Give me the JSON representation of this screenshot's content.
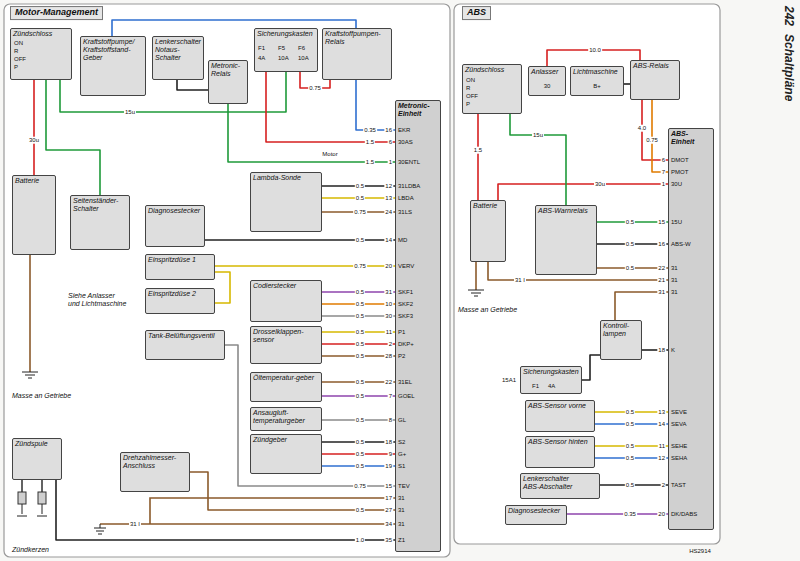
{
  "diagram": {
    "nodes": [
      {
        "text": [
          "Zündschloss"
        ]
      },
      {
        "text": [
          "Kraftstoffpumpe/ Kraftstoffstand-Geber"
        ]
      },
      {
        "text": [
          "Lenkerschalter",
          "Notaus-Schalter"
        ]
      },
      {
        "text": [
          "Metronic-Relais"
        ]
      },
      {
        "text": [
          "Sicherungskasten"
        ]
      },
      {
        "text": [
          "Kraftstoffpumpen-Relais"
        ]
      },
      {
        "text": [
          "Metronic-Einheit"
        ]
      },
      {
        "text": [
          "Batterie"
        ]
      },
      {
        "text": [
          "Seitenständer-Schalter"
        ]
      },
      {
        "text": [
          "Diagnosestecker"
        ]
      },
      {
        "text": [
          "Lambda-Sonde"
        ]
      },
      {
        "text": [
          "Einspritzdüse 1"
        ]
      },
      {
        "text": [
          "Einspritzdüse 2"
        ]
      },
      {
        "text": [
          "Codierstecker"
        ]
      },
      {
        "text": [
          "Tank-Belüftungsventil"
        ]
      },
      {
        "text": [
          "Drosselklappen-sensor"
        ]
      },
      {
        "text": [
          "Öltemperatur-geber"
        ]
      },
      {
        "text": [
          "Ansaugluft-temperaturgeber"
        ]
      },
      {
        "text": [
          "Zündgeber"
        ]
      },
      {
        "text": [
          "Drehzahlmesser-Anschluss"
        ]
      },
      {
        "text": [
          "Zündspule"
        ]
      },
      {
        "text": [
          "Zündschloss"
        ]
      },
      {
        "text": [
          "Anlasser"
        ]
      },
      {
        "text": [
          "Lichtmaschine"
        ]
      },
      {
        "text": [
          "ABS-Relais"
        ]
      },
      {
        "text": [
          "ABS-Einheit"
        ]
      },
      {
        "text": [
          "Batterie"
        ]
      },
      {
        "text": [
          "ABS-Warnrelais"
        ]
      },
      {
        "text": [
          "Kontroll-lampen"
        ]
      },
      {
        "text": [
          "Sicherungskasten"
        ]
      },
      {
        "text": [
          "ABS-Sensor vorne"
        ]
      },
      {
        "text": [
          "ABS-Sensor hinten"
        ]
      },
      {
        "text": [
          "Lenkerschalter",
          "ABS-Abschalter"
        ]
      },
      {
        "text": [
          "Diagnosestecker"
        ]
      }
    ],
    "edges": [
      {
        "from": 7,
        "to": 0,
        "arrow": "none",
        "label": "30u"
      },
      {
        "from": 8,
        "to": 0,
        "arrow": "none"
      },
      {
        "from": 0,
        "to": 4,
        "arrow": "none",
        "label": "15u"
      },
      {
        "from": 1,
        "to": 5,
        "arrow": "none"
      },
      {
        "from": 2,
        "to": 3,
        "arrow": "none"
      },
      {
        "from": 4,
        "to": 5,
        "arrow": "none",
        "label": "0.75"
      },
      {
        "from": 5,
        "to": 6,
        "arrow": "none",
        "label": "0.35"
      },
      {
        "from": 4,
        "to": 6,
        "arrow": "none",
        "label": "1.5"
      },
      {
        "from": 3,
        "to": 6,
        "arrow": "none",
        "label": "1.5"
      },
      {
        "from": 10,
        "to": 6,
        "arrow": "none",
        "label": "0.5"
      },
      {
        "from": 10,
        "to": 6,
        "arrow": "none",
        "label": "0.5"
      },
      {
        "from": 10,
        "to": 6,
        "arrow": "none",
        "label": "0.75"
      },
      {
        "from": 9,
        "to": 6,
        "arrow": "none",
        "label": "0.5"
      },
      {
        "from": 11,
        "to": 6,
        "arrow": "none",
        "label": "0.75"
      },
      {
        "from": 12,
        "to": 11,
        "arrow": "none"
      },
      {
        "from": 13,
        "to": 6,
        "arrow": "none",
        "label": "0.5"
      },
      {
        "from": 13,
        "to": 6,
        "arrow": "none",
        "label": "0.5"
      },
      {
        "from": 13,
        "to": 6,
        "arrow": "none",
        "label": "0.5"
      },
      {
        "from": 15,
        "to": 6,
        "arrow": "none",
        "label": "0.5"
      },
      {
        "from": 15,
        "to": 6,
        "arrow": "none",
        "label": "0.5"
      },
      {
        "from": 15,
        "to": 6,
        "arrow": "none",
        "label": "0.5"
      },
      {
        "from": 16,
        "to": 6,
        "arrow": "none",
        "label": "0.5"
      },
      {
        "from": 16,
        "to": 6,
        "arrow": "none",
        "label": "0.5"
      },
      {
        "from": 17,
        "to": 6,
        "arrow": "none",
        "label": "0.5"
      },
      {
        "from": 18,
        "to": 6,
        "arrow": "none",
        "label": "0.5"
      },
      {
        "from": 18,
        "to": 6,
        "arrow": "none",
        "label": "0.5"
      },
      {
        "from": 18,
        "to": 6,
        "arrow": "none",
        "label": "0.5"
      },
      {
        "from": 14,
        "to": 6,
        "arrow": "none",
        "label": "0.75"
      },
      {
        "from": 19,
        "to": 6,
        "arrow": "none",
        "label": "0.5"
      },
      {
        "from": 20,
        "to": 6,
        "arrow": "none",
        "label": "1.0"
      },
      {
        "from": 26,
        "to": 21,
        "arrow": "none",
        "label": "1.5"
      },
      {
        "from": 26,
        "to": 25,
        "arrow": "none",
        "label": "30u"
      },
      {
        "from": 21,
        "to": 27,
        "arrow": "none",
        "label": "15u"
      },
      {
        "from": 22,
        "to": 24,
        "arrow": "none",
        "label": "10.0"
      },
      {
        "from": 23,
        "to": 24,
        "arrow": "none"
      },
      {
        "from": 24,
        "to": 25,
        "arrow": "none",
        "label": "4.0"
      },
      {
        "from": 24,
        "to": 25,
        "arrow": "none",
        "label": "0.75"
      },
      {
        "from": 27,
        "to": 25,
        "arrow": "none",
        "label": "0.5"
      },
      {
        "from": 27,
        "to": 25,
        "arrow": "none",
        "label": "0.5"
      },
      {
        "from": 27,
        "to": 25,
        "arrow": "none",
        "label": "0.5"
      },
      {
        "from": 26,
        "to": 25,
        "arrow": "none",
        "label": "31 I"
      },
      {
        "from": 28,
        "to": 25,
        "arrow": "none"
      },
      {
        "from": 28,
        "to": 25,
        "arrow": "none"
      },
      {
        "from": 29,
        "to": 28,
        "arrow": "none"
      },
      {
        "from": 30,
        "to": 25,
        "arrow": "none",
        "label": "0.5"
      },
      {
        "from": 30,
        "to": 25,
        "arrow": "none",
        "label": "0.5"
      },
      {
        "from": 31,
        "to": 25,
        "arrow": "none",
        "label": "0.5"
      },
      {
        "from": 31,
        "to": 25,
        "arrow": "none",
        "label": "0.5"
      },
      {
        "from": 32,
        "to": 25,
        "arrow": "none",
        "label": "0.5"
      },
      {
        "from": 33,
        "to": 25,
        "arrow": "none",
        "label": "0.35"
      }
    ],
    "labels": [
      "Motor-Management",
      "ABS",
      "242",
      "Schaltpläne",
      "ON",
      "R",
      "OFF",
      "P",
      "F1",
      "4A",
      "F5",
      "10A",
      "F6",
      "10A",
      "Motor",
      "Siehe Anlasser und Lichtmaschine",
      "Masse an Getriebe",
      "Zündkerzen",
      "31 I",
      "EKR",
      "30AS",
      "30ENTL",
      "31LDBA",
      "LBDA",
      "31LS",
      "MD",
      "VERV",
      "SKF1",
      "SKF2",
      "SKF3",
      "P1",
      "DKP+",
      "P2",
      "31EL",
      "GOEL",
      "GL",
      "S2",
      "G+",
      "S1",
      "TEV",
      "31",
      "31",
      "31",
      "Z1",
      "16",
      "6",
      "1",
      "12",
      "13",
      "24",
      "14",
      "20",
      "31",
      "10",
      "30",
      "11",
      "2",
      "28",
      "22",
      "7",
      "8",
      "18",
      "9",
      "19",
      "15",
      "17",
      "27",
      "34",
      "35",
      "ON",
      "R",
      "OFF",
      "P",
      "30",
      "B+",
      "F1",
      "4A",
      "15A1",
      "Masse an Getriebe",
      "HS2914",
      "DMOT",
      "PMOT",
      "30U",
      "15U",
      "ABS-W",
      "31",
      "31",
      "31",
      "K",
      "SEVE",
      "SEVA",
      "SEHE",
      "SEHA",
      "TAST",
      "DK/DABS",
      "6",
      "7",
      "1",
      "15",
      "16",
      "22",
      "21",
      "31",
      "18",
      "13",
      "14",
      "11",
      "12",
      "2",
      "20"
    ]
  }
}
